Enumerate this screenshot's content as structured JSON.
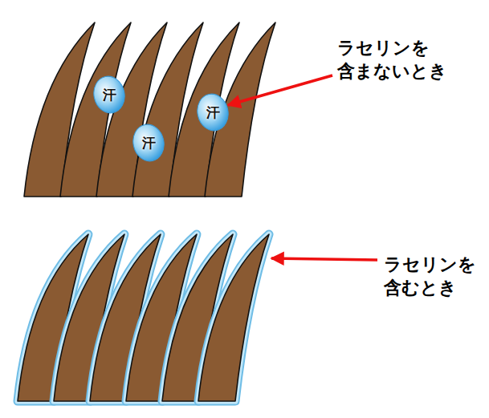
{
  "diagram": {
    "nodes": [
      {
        "text": [
          "汗"
        ]
      },
      {
        "text": [
          "汗"
        ]
      },
      {
        "text": [
          "汗"
        ]
      }
    ],
    "labels": [
      "ラセリンを 含まないとき",
      "ラセリンを 含むとき"
    ]
  }
}
